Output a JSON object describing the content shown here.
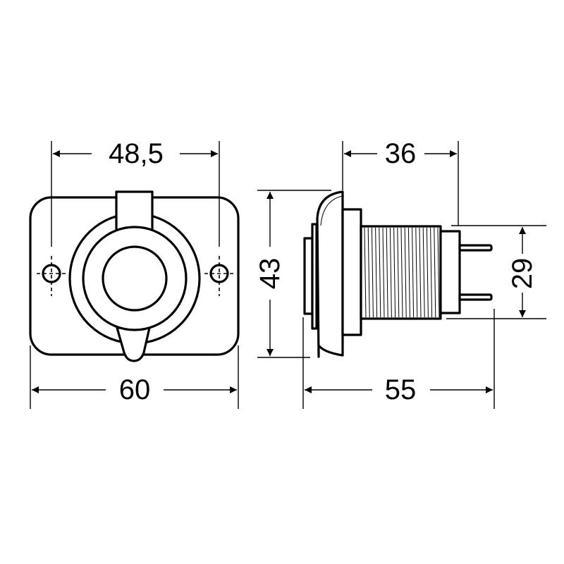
{
  "dimensions": {
    "front_hole_spacing": "48,5",
    "front_width": "60",
    "side_bezel_to_back": "36",
    "side_height": "43",
    "side_body_height": "29",
    "side_total_length": "55"
  },
  "colors": {
    "line": "#000000",
    "background": "#ffffff"
  }
}
